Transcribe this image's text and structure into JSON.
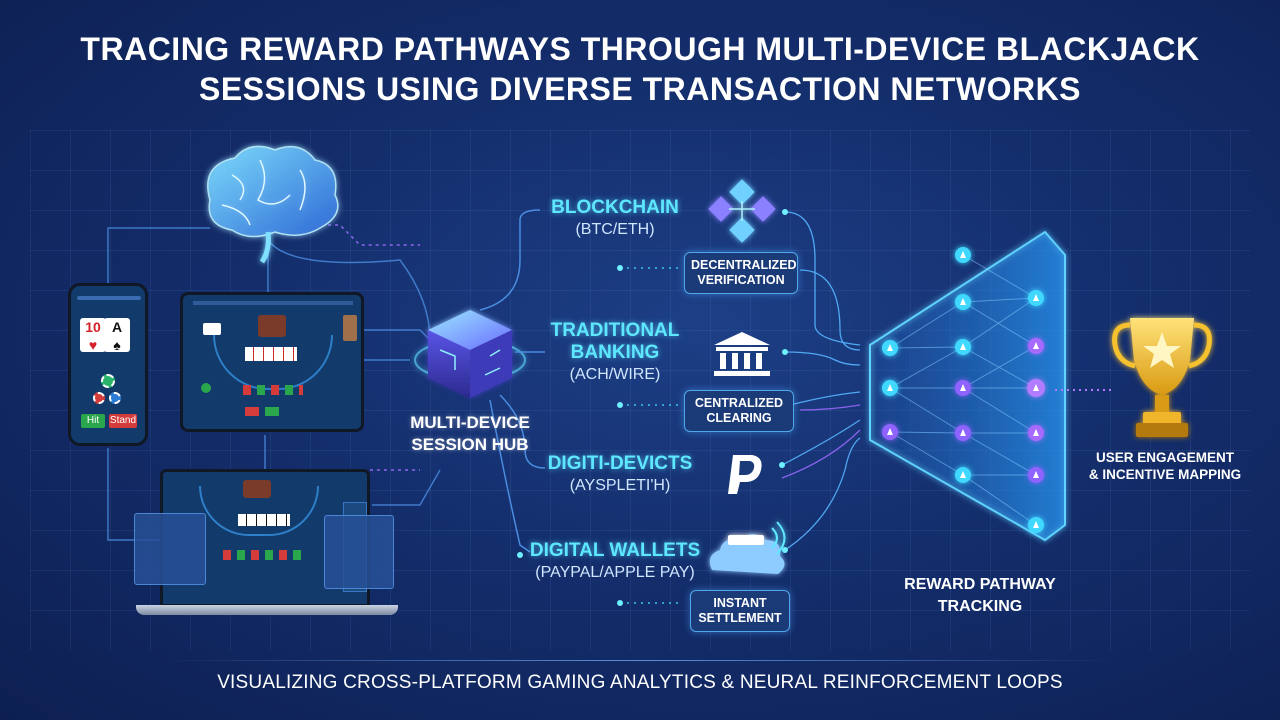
{
  "title": {
    "line1": "TRACING REWARD PATHWAYS THROUGH MULTI-DEVICE BLACKJACK",
    "line2": "SESSIONS USING DIVERSE TRANSACTION NETWORKS"
  },
  "hub": {
    "line1": "MULTI-DEVICE",
    "line2": "SESSION HUB"
  },
  "networks": [
    {
      "name": "BLOCKCHAIN",
      "sub": "(BTC/ETH)",
      "icon": "blockchain-cubes-icon"
    },
    {
      "name1": "TRADITIONAL",
      "name2": "BANKING",
      "sub": "(ACH/WIRE)",
      "icon": "bank-icon"
    },
    {
      "name": "DIGITI-DEVICTS",
      "sub": "(AYSPLETI'H)",
      "icon": "paypal-icon"
    },
    {
      "name": "DIGITAL WALLETS",
      "sub": "(PAYPAL/APPLE PAY)",
      "icon": "cloud-wallet-icon"
    }
  ],
  "pills": {
    "decentralized": {
      "line1": "DECENTRALIZED",
      "line2": "VERIFICATION"
    },
    "centralized": {
      "line1": "CENTRALIZED",
      "line2": "CLEARING"
    },
    "instant": {
      "line1": "INSTANT",
      "line2": "SETTLEMENT"
    }
  },
  "reward_tracking": {
    "line1": "REWARD PATHWAY",
    "line2": "TRACKING"
  },
  "engagement": {
    "line1": "USER ENGAGEMENT",
    "line2": "& INCENTIVE MAPPING",
    "icon": "trophy-icon"
  },
  "devices": {
    "phone": {
      "card1": "10",
      "card2": "A",
      "hit": "Hit",
      "stand": "Stand",
      "icon": "smartphone-icon"
    },
    "tablet": {
      "icon": "tablet-icon"
    },
    "laptop": {
      "icon": "laptop-icon"
    },
    "brain": {
      "icon": "brain-icon"
    }
  },
  "footer": "VISUALIZING CROSS-PLATFORM GAMING ANALYTICS & NEURAL REINFORCEMENT LOOPS",
  "colors": {
    "background": "#142e6c",
    "accent_cyan": "#5ee8ff",
    "accent_purple": "#a66bff",
    "trophy_gold": "#f5c12e",
    "pill_border": "#4fa6e8"
  }
}
